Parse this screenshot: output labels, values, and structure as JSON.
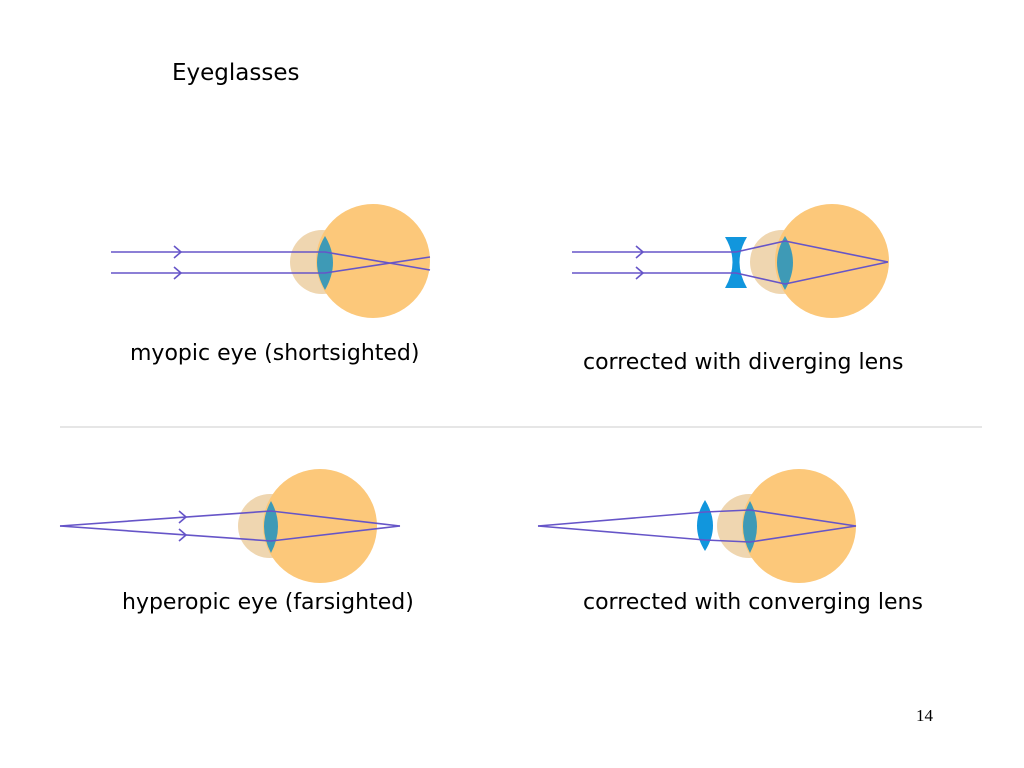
{
  "slide": {
    "title": "Eyeglasses",
    "page_number": "14"
  },
  "panels": {
    "myopic": {
      "caption": "myopic eye (shortsighted)"
    },
    "myopic_corrected": {
      "caption": "corrected with diverging lens"
    },
    "hyperopic": {
      "caption": "hyperopic eye (farsighted)"
    },
    "hyperopic_corrected": {
      "caption": "corrected with converging lens"
    }
  },
  "colors": {
    "eyeball": "#fcc87a",
    "cornea": "#efd6b0",
    "lens": "#3e9ab6",
    "corrective_lens": "#1196dd",
    "ray": "#6655c8",
    "divider": "#dedede"
  }
}
